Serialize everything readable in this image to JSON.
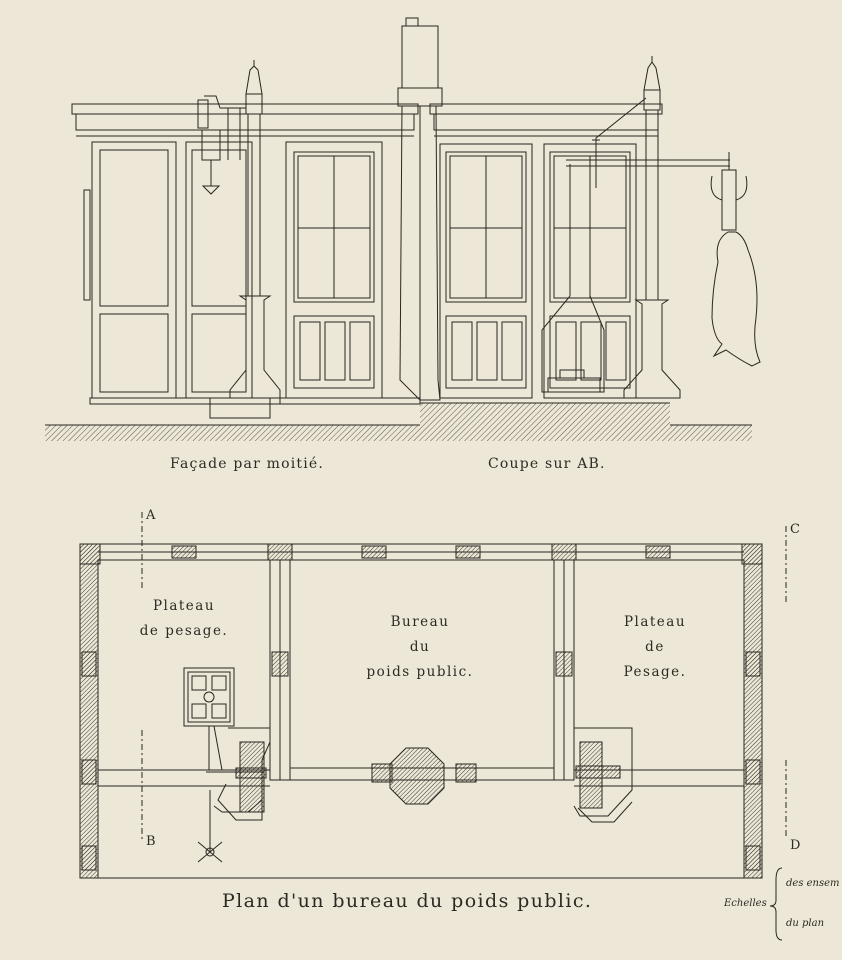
{
  "elevation": {
    "left_caption": "Façade par moitié.",
    "right_caption": "Coupe sur AB."
  },
  "plan": {
    "title": "Plan d'un bureau du poids public.",
    "rooms": {
      "left": "Plateau\nde pesage.",
      "center": "Bureau\ndu\npoids public.",
      "right": "Plateau\nde\nPesage."
    },
    "section_marks": {
      "a": "A",
      "b": "B",
      "c": "C",
      "d": "D"
    }
  },
  "scale_note": {
    "label": "Echelles",
    "line1": "des ensem",
    "line2": "du plan"
  },
  "colors": {
    "paper": "#ece7d6",
    "ink": "#2a2620",
    "hatch": "#6a6458"
  }
}
